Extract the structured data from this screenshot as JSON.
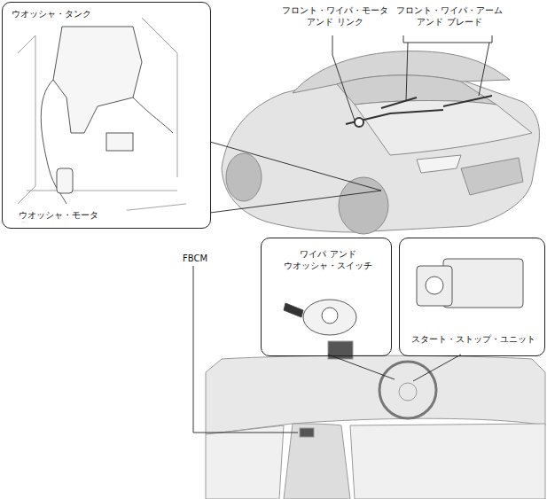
{
  "diagram": {
    "nodes": [
      {
        "text": [
          "ウオッシャ・タンク",
          "ウオッシャ・モータ"
        ]
      },
      {
        "text": [
          "ワイパ アンド ウオッシャ・スイッチ"
        ]
      },
      {
        "text": [
          "スタート・ストップ・ユニット"
        ]
      }
    ],
    "labels": [
      "フロント・ワイパ・モータ アンド リンク",
      "フロント・ワイパ・アーム アンド ブレード",
      "FBCM"
    ]
  }
}
